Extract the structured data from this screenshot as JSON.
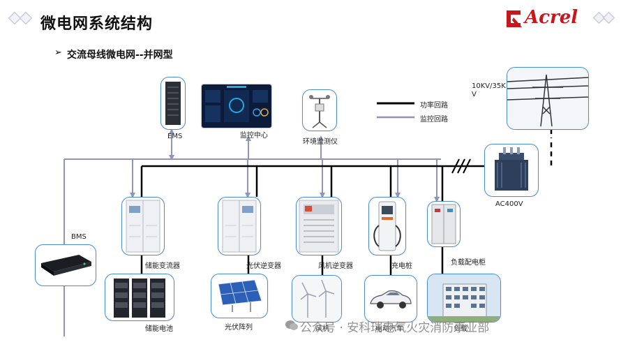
{
  "header": {
    "title": "微电网系统结构",
    "subtitle_bullet": "➢",
    "subtitle": "交流母线微电网--并网型",
    "logo_text": "Acrel"
  },
  "legend": {
    "power_loop": "功率回路",
    "monitor_loop": "监控回路"
  },
  "labels": {
    "ems": "EMS",
    "monitor_center": "监控中心",
    "env_monitor": "环境监测仪",
    "grid_voltage_line1": "10KV/35K",
    "grid_voltage_line2": "V",
    "transformer": "AC400V",
    "bms": "BMS",
    "pcs": "储能变流器",
    "pv_inverter": "光伏逆变器",
    "wind_inverter": "风机逆变器",
    "charging_pile": "充电桩",
    "load_cabinet": "负载配电柜",
    "battery": "储能电池",
    "pv_array": "光伏阵列",
    "wind_turbine": "风机",
    "ev": "电动汽车",
    "load": "负载"
  },
  "watermark": "公众号 · 安科瑞电气火灾消防事业部",
  "colors": {
    "power_line": "#000000",
    "monitor_line": "#8f94b8",
    "device_border": "#4a8fd0",
    "brand": "#c8161d"
  }
}
